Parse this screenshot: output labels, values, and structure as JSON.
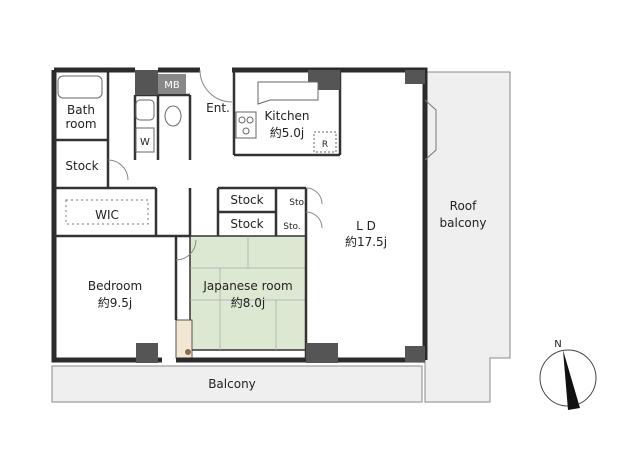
{
  "rooms": {
    "bath": {
      "line1": "Bath",
      "line2": "room"
    },
    "mb": "MB",
    "ent": "Ent.",
    "washer": "W",
    "kitchen": {
      "name": "Kitchen",
      "size": "約5.0j"
    },
    "fridge": "R",
    "stock_left": "Stock",
    "wic": "WIC",
    "stock_center_top": "Stock",
    "stock_center_bottom": "Stock",
    "sto_top": "Sto.",
    "sto_bottom": "Sto.",
    "ld": {
      "name": "L D",
      "size": "約17.5j"
    },
    "roof_balcony": {
      "line1": "Roof",
      "line2": "balcony"
    },
    "bedroom": {
      "name": "Bedroom",
      "size": "約9.5j"
    },
    "japanese_room": {
      "name": "Japanese room",
      "size": "約8.0j"
    },
    "balcony": "Balcony"
  },
  "compass": {
    "north_label": "N"
  },
  "colors": {
    "wall": "#2b2b2b",
    "tatami": "#dde8d2",
    "wood_floor": "#f3e7d3",
    "balcony_fill": "#efefef",
    "pillar": "#555555"
  }
}
